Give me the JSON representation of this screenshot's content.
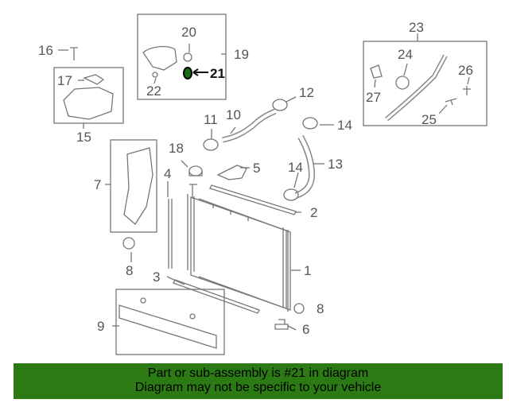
{
  "callouts": {
    "c1": "1",
    "c2": "2",
    "c3": "3",
    "c4": "4",
    "c5": "5",
    "c6": "6",
    "c7": "7",
    "c8a": "8",
    "c8b": "8",
    "c9": "9",
    "c10": "10",
    "c11": "11",
    "c12": "12",
    "c13": "13",
    "c14a": "14",
    "c14b": "14",
    "c15": "15",
    "c16": "16",
    "c17": "17",
    "c18": "18",
    "c19": "19",
    "c20": "20",
    "c21": "21",
    "c22": "22",
    "c23": "23",
    "c24": "24",
    "c25": "25",
    "c26": "26",
    "c27": "27"
  },
  "highlight_color": "#111111",
  "banner": {
    "line1": "Part or sub-assembly is #21 in diagram",
    "line2": "Diagram may not be specific to your vehicle",
    "background": "#2b7a14"
  }
}
